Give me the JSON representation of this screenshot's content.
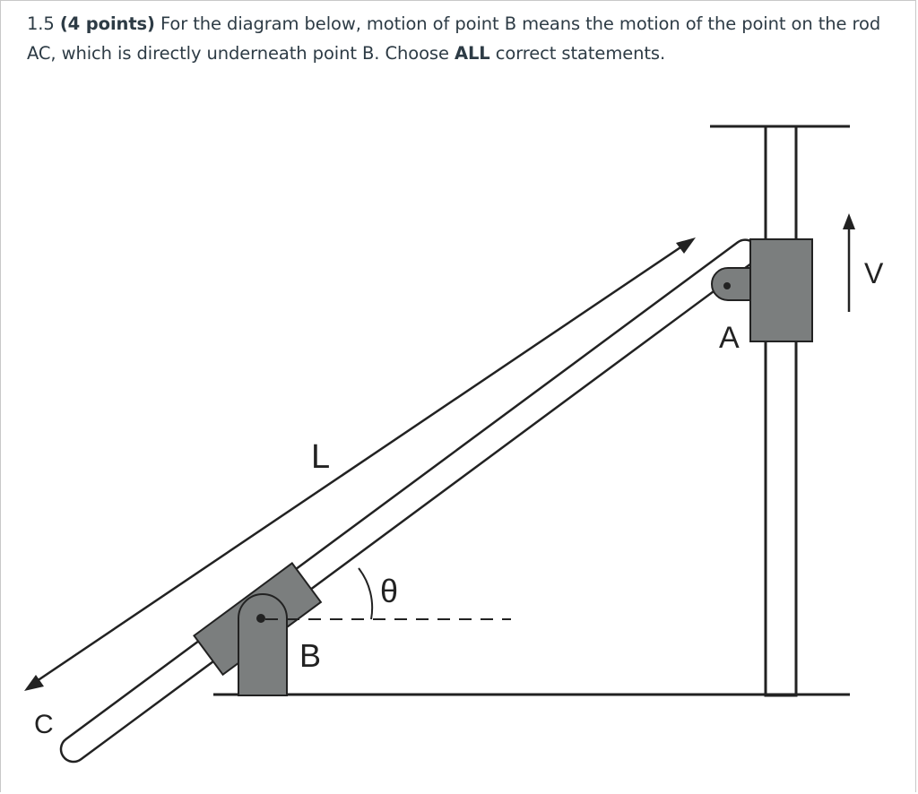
{
  "question": {
    "number": "1.5",
    "points": "(4 points)",
    "text_1": "For the diagram below, motion of point B means the motion of the point on the rod AC, which is directly underneath point B. Choose",
    "emphasis": "ALL",
    "text_2": "correct statements."
  },
  "diagram": {
    "labels": {
      "a": "A",
      "b": "B",
      "c": "C",
      "l": "L",
      "v": "V",
      "theta": "θ"
    },
    "colors": {
      "block": "#7b7e7e",
      "stroke": "#222222",
      "rod_fill": "#ffffff"
    }
  }
}
